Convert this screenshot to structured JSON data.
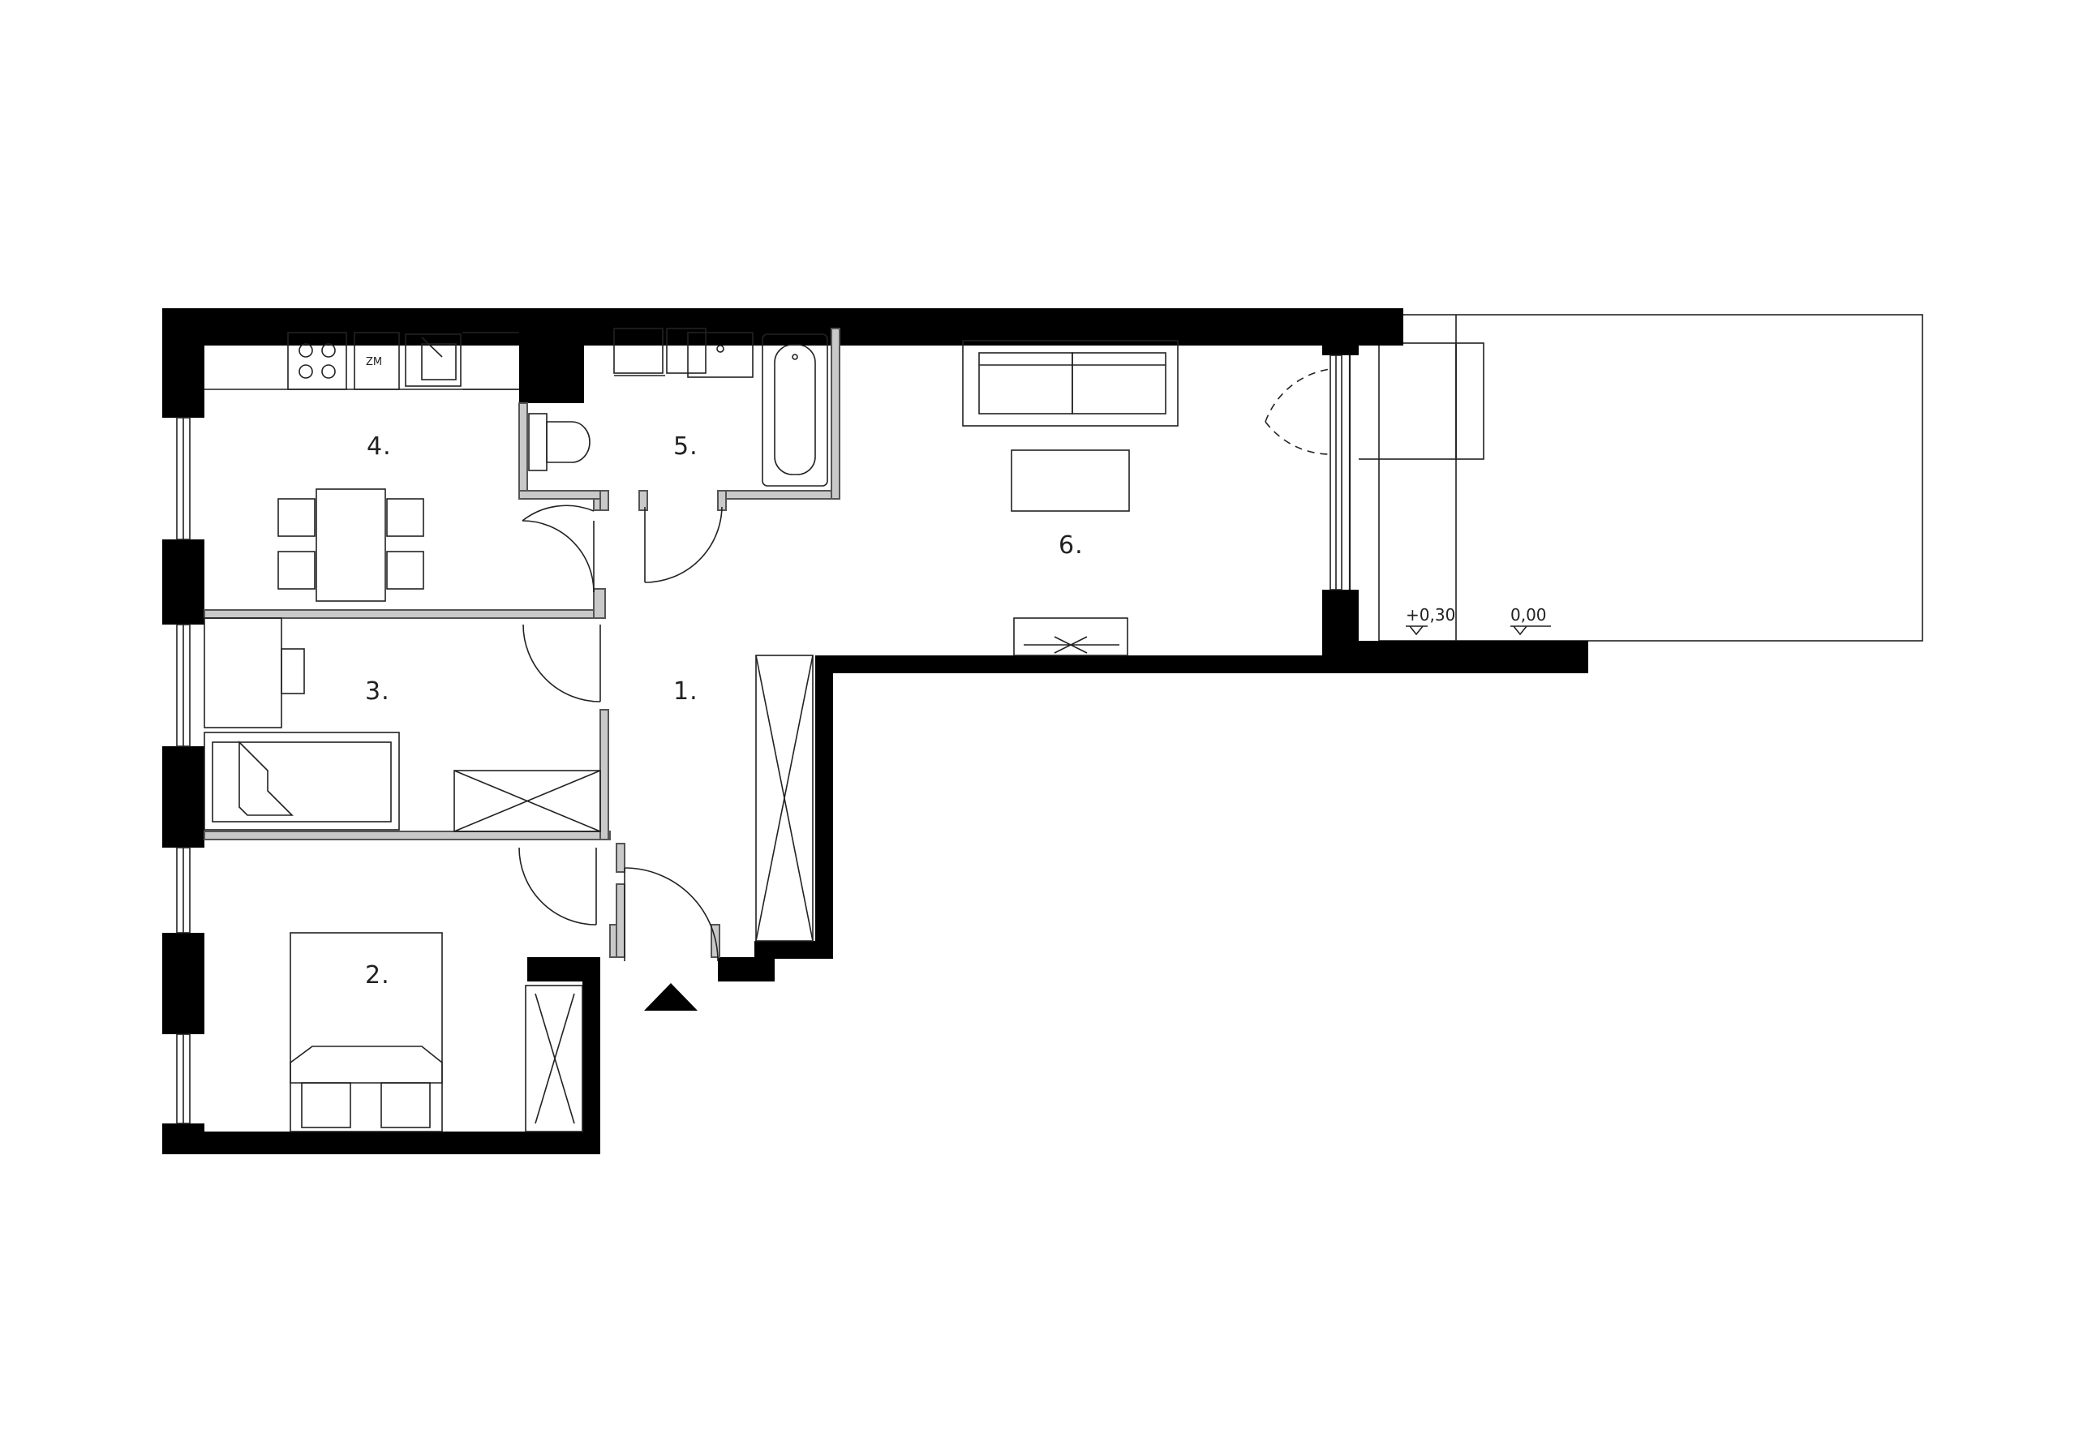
{
  "rooms": [
    {
      "id": "room-1",
      "label": "1."
    },
    {
      "id": "room-2",
      "label": "2."
    },
    {
      "id": "room-3",
      "label": "3."
    },
    {
      "id": "room-4",
      "label": "4."
    },
    {
      "id": "room-5",
      "label": "5."
    },
    {
      "id": "room-6",
      "label": "6."
    }
  ],
  "levels": {
    "terrace_inner": "+0,30",
    "terrace_outer": "0,00"
  },
  "kitchen": {
    "appliance_label": "ZM"
  },
  "icons": {
    "entrance": "entrance-arrow-icon"
  },
  "colors": {
    "wall": "#000000",
    "partition": "#c9c9c9",
    "line": "#222222",
    "background": "#ffffff"
  }
}
